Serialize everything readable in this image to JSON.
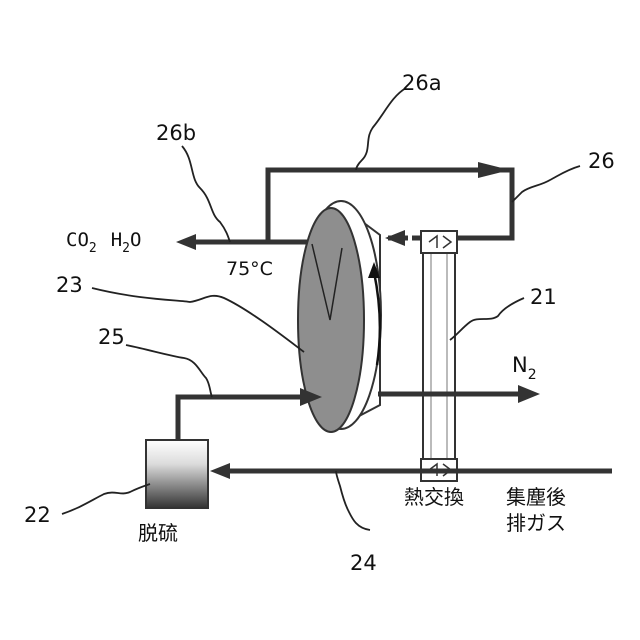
{
  "diagram": {
    "refs": {
      "r26a": "26a",
      "r26b": "26b",
      "r26": "26",
      "r23": "23",
      "r21": "21",
      "r25": "25",
      "r22": "22",
      "r24": "24"
    },
    "exhaust_gas": {
      "co2_main": "CO",
      "co2_sub": "2",
      "h2o_h": "H",
      "h2o_sub": "2",
      "h2o_o": "O"
    },
    "temperature": "75°C",
    "n2": {
      "main": "N",
      "sub": "2"
    },
    "heat_exchanger_label": "熱交換",
    "desulfurization_label": "脱硫",
    "flue_gas_label_line1": "集塵後",
    "flue_gas_label_line2": "排ガス"
  }
}
